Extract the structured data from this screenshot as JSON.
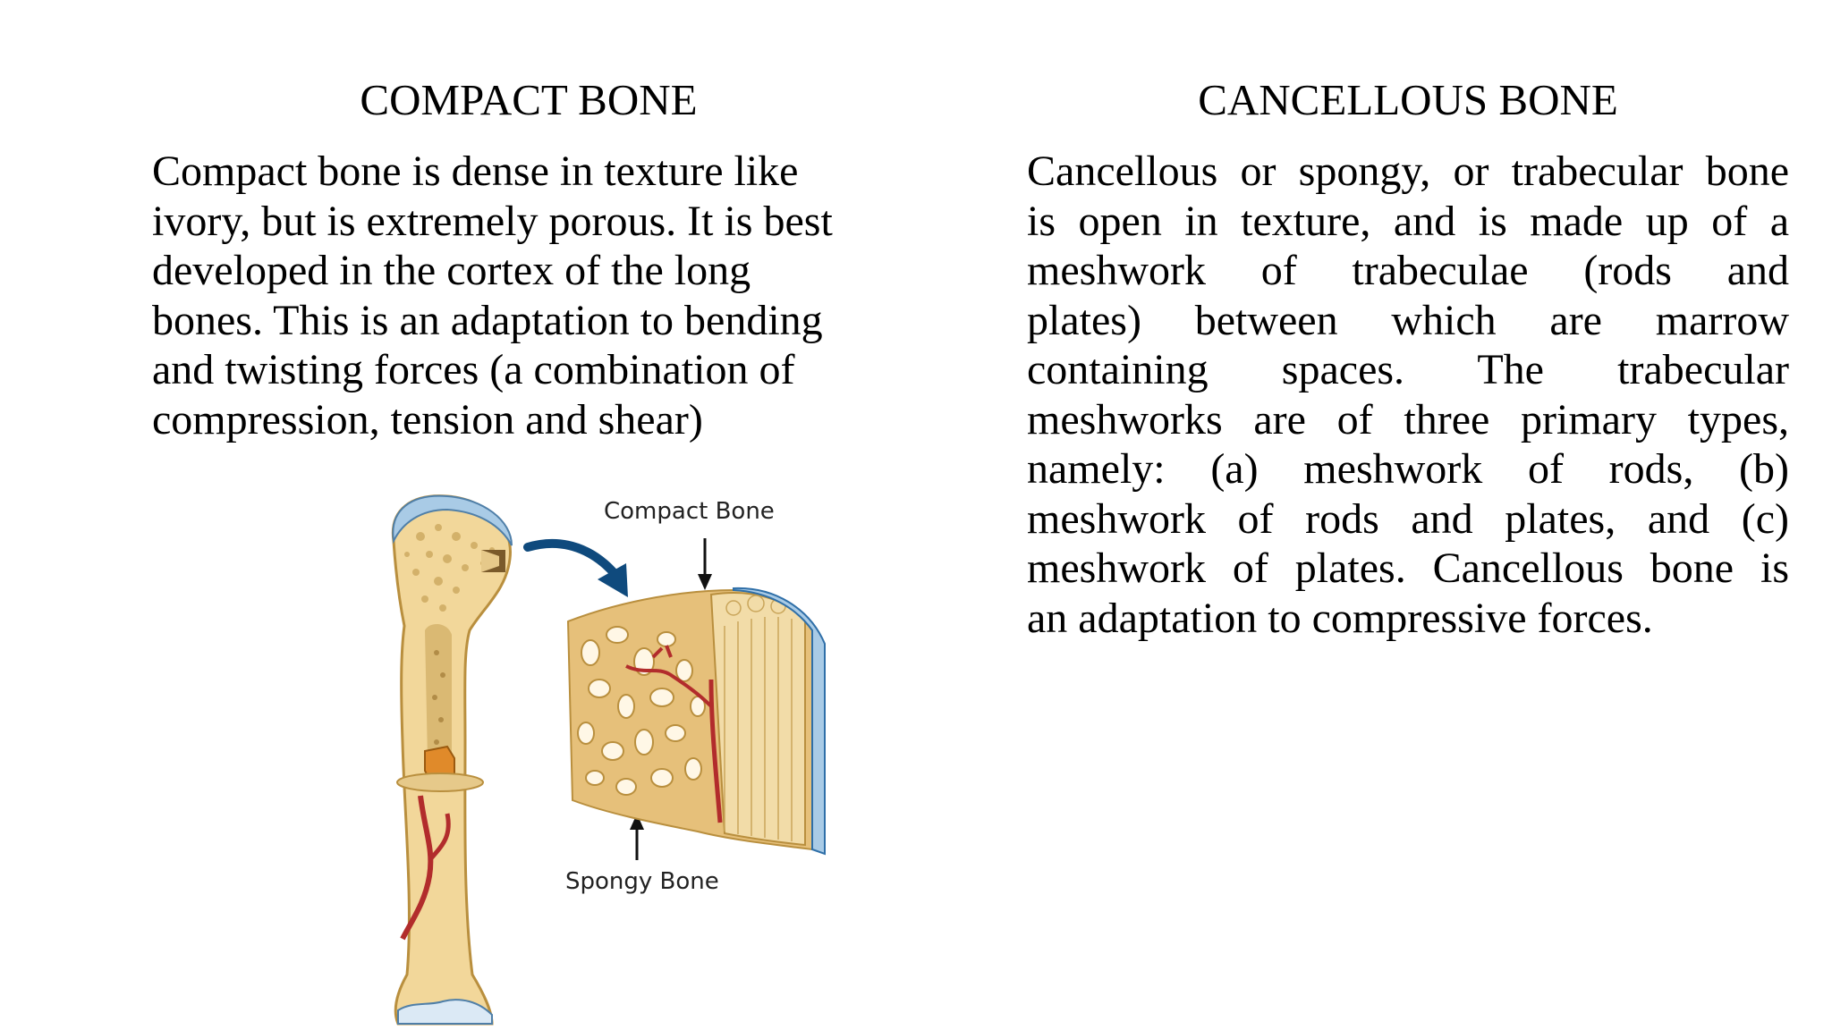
{
  "left": {
    "title": "COMPACT BONE",
    "lines": [
      "Compact bone is dense in texture like",
      "ivory, but is extremely porous. It is best",
      "developed in the cortex of the long",
      "bones. This is an adaptation to bending",
      "and twisting forces (a combination of",
      "compression, tension and shear)"
    ]
  },
  "right": {
    "title": "CANCELLOUS BONE",
    "lines": [
      "Cancellous or spongy, or trabecular bone",
      "is open in texture, and is made up of a",
      "meshwork of trabeculae (rods and",
      "plates) between which are marrow",
      "containing spaces. The trabecular",
      "meshworks are of three primary types,",
      "namely: (a) meshwork of rods, (b)",
      "meshwork of rods and plates, and (c)",
      "meshwork of plates. Cancellous bone is",
      "an adaptation to compressive forces."
    ]
  },
  "illustration": {
    "label_compact": "Compact Bone",
    "label_spongy": "Spongy Bone",
    "colors": {
      "bone": "#f2d79a",
      "bone_dark": "#c9a55a",
      "cartilage": "#a9cbe6",
      "arrow": "#0f4a7d",
      "vessel": "#b22c2c",
      "marrow": "#e08a2a"
    }
  }
}
